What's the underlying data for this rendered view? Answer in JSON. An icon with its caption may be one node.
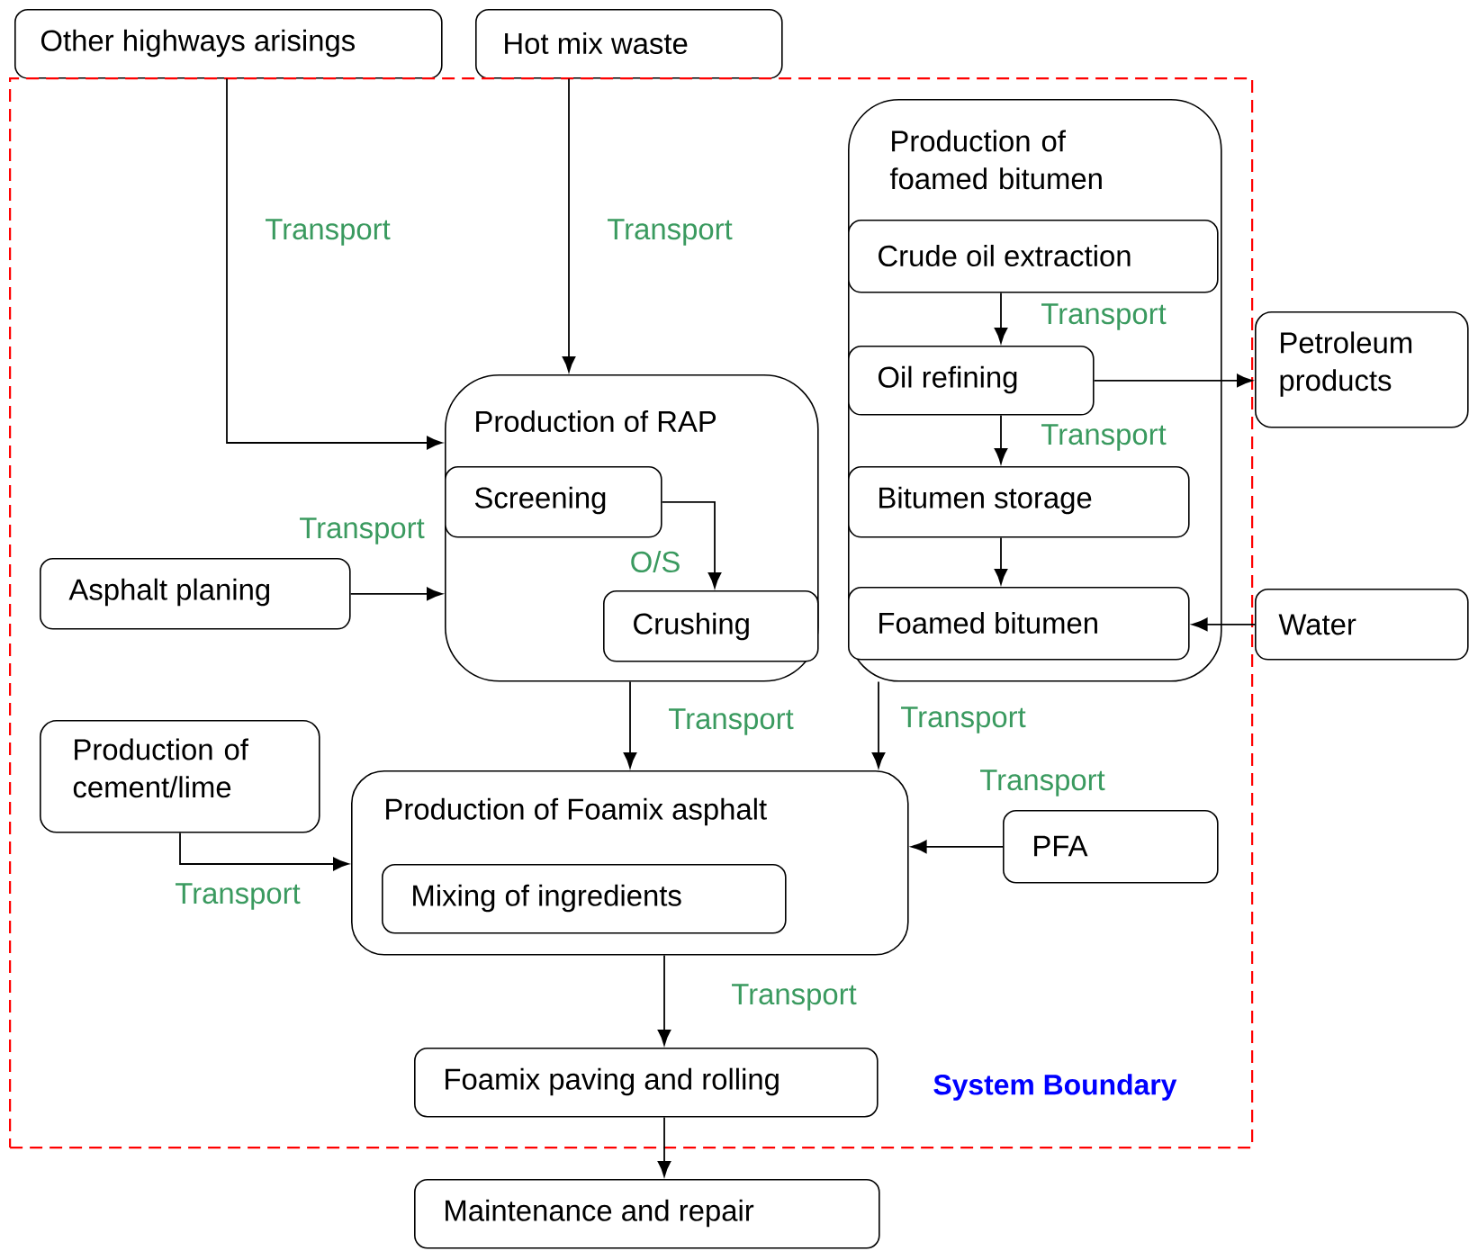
{
  "diagram": {
    "nodes": [
      {
        "text": [
          "Other highways arisings"
        ]
      },
      {
        "text": [
          "Hot mix waste"
        ]
      },
      {
        "text": [
          "System Boundary"
        ]
      },
      {
        "text": [
          "Production of foamed bitumen"
        ],
        "in": 2
      },
      {
        "text": [
          "Crude oil extraction"
        ],
        "in": 3
      },
      {
        "text": [
          "Petroleum products"
        ]
      },
      {
        "text": [
          "Production of RAP"
        ],
        "in": 2
      },
      {
        "text": [
          "Screening"
        ],
        "in": 6
      },
      {
        "text": [
          "Oil refining"
        ],
        "in": 3
      },
      {
        "text": [
          "Bitumen storage"
        ],
        "in": 3
      },
      {
        "text": [
          "Asphalt planing"
        ],
        "in": 2
      },
      {
        "text": [
          "Crushing"
        ],
        "in": 6
      },
      {
        "text": [
          "Foamed bitumen"
        ],
        "in": 3
      },
      {
        "text": [
          "Water"
        ]
      },
      {
        "text": [
          "Production of cement/lime"
        ],
        "in": 2
      },
      {
        "text": [
          "Production of Foamix asphalt"
        ],
        "in": 2
      },
      {
        "text": [
          "Mixing of ingredients"
        ],
        "in": 15
      },
      {
        "text": [
          "PFA"
        ],
        "in": 2
      },
      {
        "text": [
          "Foamix paving and rolling"
        ],
        "in": 2
      },
      {
        "text": [
          "Maintenance and repair"
        ]
      }
    ],
    "edges": [
      {
        "from": 0,
        "to": 6,
        "arrow": "to",
        "label": "Transport"
      },
      {
        "from": 1,
        "to": 6,
        "arrow": "to",
        "label": "Transport"
      },
      {
        "from": 10,
        "to": 6,
        "arrow": "to",
        "label": "Transport"
      },
      {
        "from": 7,
        "to": 11,
        "arrow": "to",
        "label": "O/S"
      },
      {
        "from": 4,
        "to": 8,
        "arrow": "to",
        "label": "Transport"
      },
      {
        "from": 8,
        "to": 9,
        "arrow": "to",
        "label": "Transport"
      },
      {
        "from": 9,
        "to": 12,
        "arrow": "to"
      },
      {
        "from": 8,
        "to": 5,
        "arrow": "to"
      },
      {
        "from": 13,
        "to": 12,
        "arrow": "to"
      },
      {
        "from": 6,
        "to": 15,
        "arrow": "to",
        "label": "Transport"
      },
      {
        "from": 3,
        "to": 15,
        "arrow": "to",
        "label": "Transport"
      },
      {
        "from": 14,
        "to": 15,
        "arrow": "to",
        "label": "Transport"
      },
      {
        "from": 17,
        "to": 15,
        "arrow": "to",
        "label": "Transport"
      },
      {
        "from": 15,
        "to": 18,
        "arrow": "to",
        "label": "Transport"
      },
      {
        "from": 18,
        "to": 19,
        "arrow": "to"
      }
    ]
  }
}
